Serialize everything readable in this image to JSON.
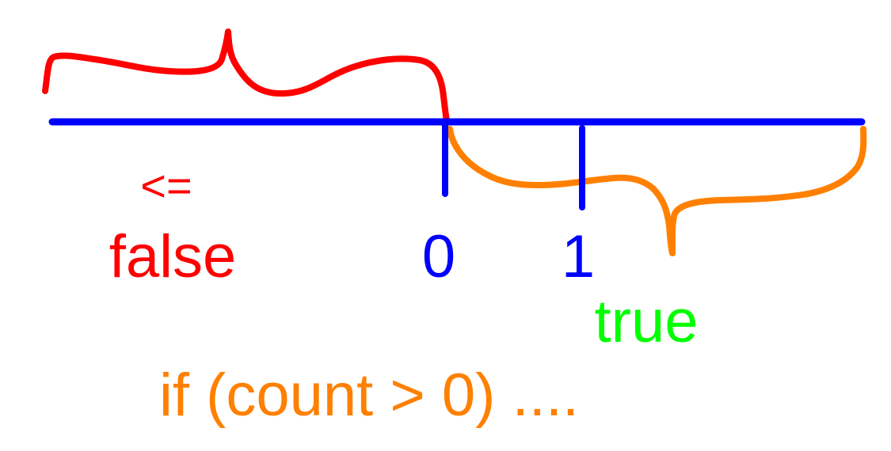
{
  "diagram": {
    "labels": {
      "less_equal": "<=",
      "false": "false",
      "zero": "0",
      "one": "1",
      "true": "true",
      "code": "if (count > 0) ...."
    },
    "colors": {
      "background": "#ffffff",
      "axis": "#0000ff",
      "false_region": "#ff0000",
      "true_region": "#ff8000",
      "true_label": "#00ff00",
      "code": "#ff8000"
    }
  }
}
